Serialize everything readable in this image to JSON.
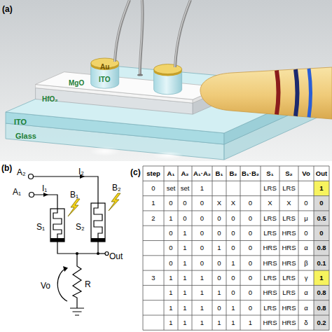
{
  "diagram": {
    "labels": [
      "(a)",
      "Au",
      "ITO",
      "MgO",
      "HfO₂",
      "ITO",
      "Glass",
      "(b)",
      "A₂",
      "I₂",
      "A₁",
      "I₁",
      "B₁",
      "B₂",
      "S₁",
      "S₂",
      "Out",
      "Vo",
      "R",
      "(c)",
      "step",
      "A₁",
      "A₂",
      "A₁·A₂",
      "B₁",
      "B₂",
      "B₁·B₂",
      "S₁",
      "S₂",
      "Vo",
      "Out",
      "0",
      "set",
      "set",
      "1",
      "LRS",
      "LRS",
      "1",
      "1",
      "0",
      "0",
      "0",
      "X",
      "X",
      "0",
      "X",
      "X",
      "0",
      "0",
      "2",
      "1",
      "0",
      "0",
      "0",
      "0",
      "0",
      "LRS",
      "LRS",
      "μ",
      "0.5",
      "0",
      "1",
      "0",
      "0",
      "0",
      "0",
      "LRS",
      "HRS",
      "0",
      "0",
      "0",
      "1",
      "0",
      "1",
      "0",
      "0",
      "HRS",
      "HRS",
      "α",
      "0.8",
      "0",
      "1",
      "0",
      "0",
      "1",
      "0",
      "HRS",
      "HRS",
      "β",
      "0.1",
      "3",
      "1",
      "1",
      "1",
      "0",
      "0",
      "0",
      "LRS",
      "LRS",
      "γ",
      "1",
      "1",
      "1",
      "1",
      "1",
      "0",
      "0",
      "HRS",
      "LRS",
      "α",
      "0.8",
      "1",
      "1",
      "1",
      "0",
      "1",
      "0",
      "LRS",
      "HRS",
      "α",
      "0.8",
      "1",
      "1",
      "1",
      "1",
      "1",
      "1",
      "HRS",
      "HRS",
      "δ",
      "0.2"
    ]
  }
}
